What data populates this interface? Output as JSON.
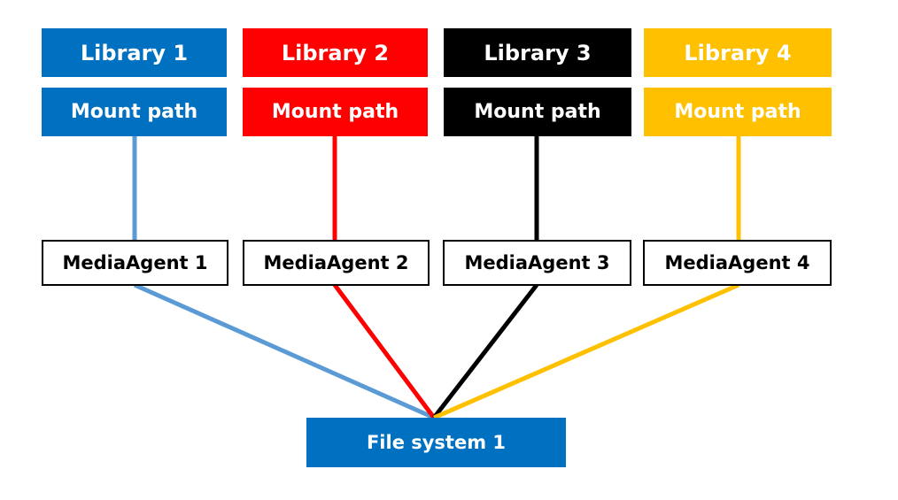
{
  "colors": {
    "blue": "#0070c0",
    "red": "#ff0000",
    "black": "#000000",
    "yellow": "#ffc000",
    "light_blue": "#5b9bd5"
  },
  "libraries": [
    {
      "label": "Library 1",
      "mount_label": "Mount path",
      "agent_label": "MediaAgent 1",
      "color": "#0070c0",
      "line_color": "#5b9bd5"
    },
    {
      "label": "Library 2",
      "mount_label": "Mount path",
      "agent_label": "MediaAgent 2",
      "color": "#ff0000",
      "line_color": "#ff0000"
    },
    {
      "label": "Library 3",
      "mount_label": "Mount path",
      "agent_label": "MediaAgent 3",
      "color": "#000000",
      "line_color": "#000000"
    },
    {
      "label": "Library 4",
      "mount_label": "Mount path",
      "agent_label": "MediaAgent 4",
      "color": "#ffc000",
      "line_color": "#ffc000"
    }
  ],
  "file_system": {
    "label": "File system 1",
    "color": "#0070c0"
  }
}
